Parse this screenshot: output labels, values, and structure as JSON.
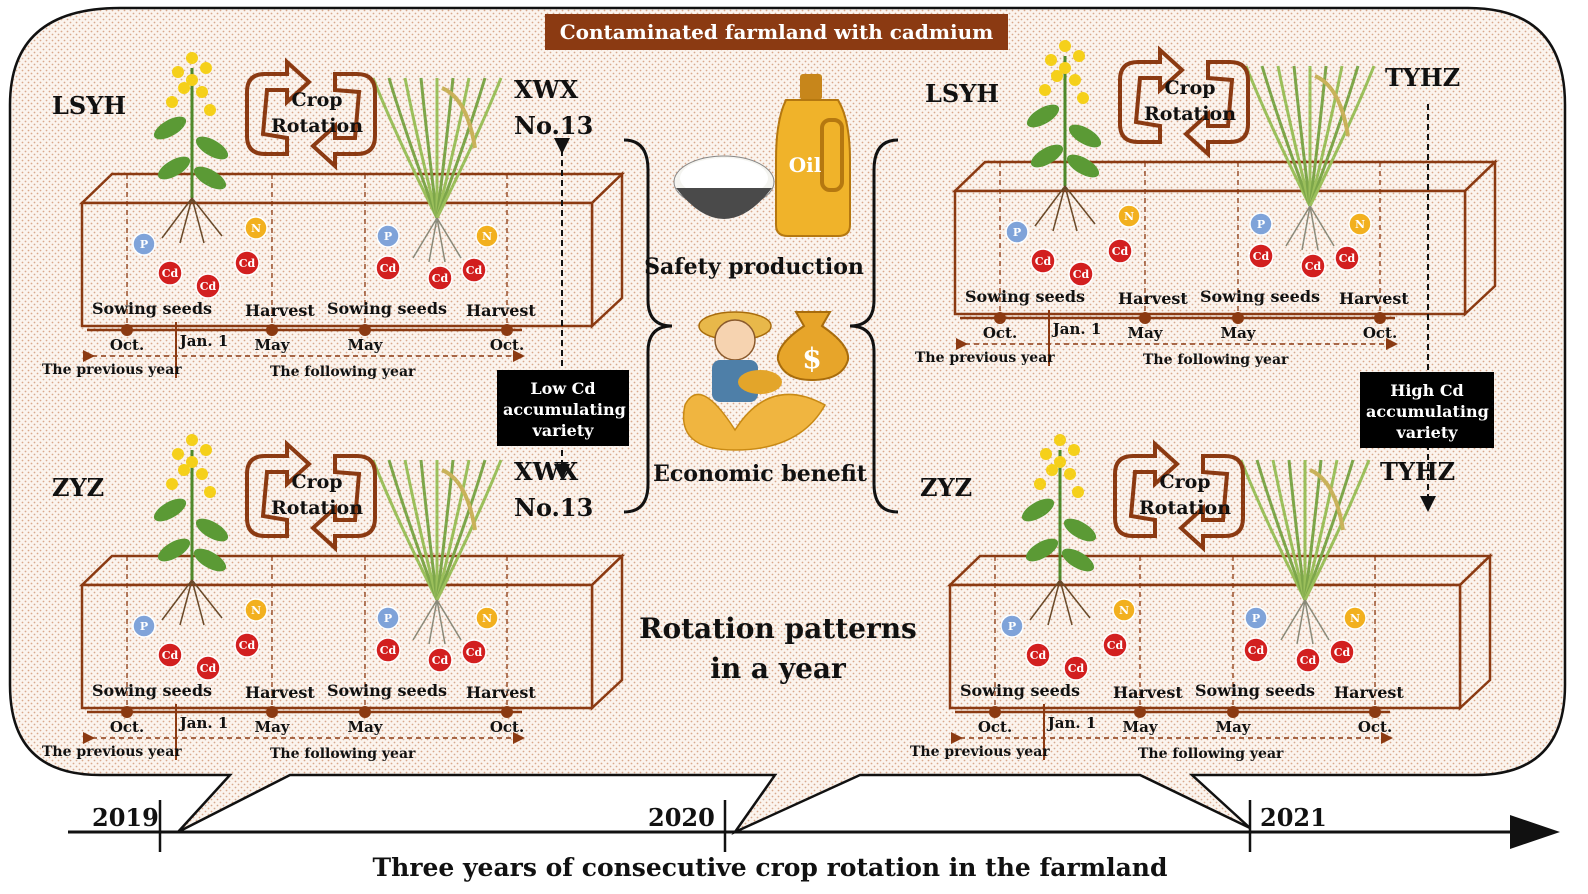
{
  "banner": "Contaminated farmland with cadmium",
  "panels": [
    {
      "id": "tl",
      "crop_a": "LSYH",
      "crop_b": "XWX\nNo.13"
    },
    {
      "id": "bl",
      "crop_a": "ZYZ",
      "crop_b": "XWX\nNo.13"
    },
    {
      "id": "tr",
      "crop_a": "LSYH",
      "crop_b": "TYHZ"
    },
    {
      "id": "br",
      "crop_a": "ZYZ",
      "crop_b": "TYHZ"
    }
  ],
  "rotation_label": [
    "Crop",
    "Rotation"
  ],
  "stage_labels": {
    "sow": "Sowing seeds",
    "harvest": "Harvest"
  },
  "month_labels": {
    "oct": "Oct.",
    "jan": "Jan. 1",
    "may": "May"
  },
  "year_labels": {
    "prev": "The previous year",
    "next": "The following year"
  },
  "nutrients": {
    "p": "P",
    "n": "N",
    "cd": "Cd"
  },
  "left_variety": "Low Cd\naccumulating\nvariety",
  "right_variety": "High Cd\naccumulating\nvariety",
  "center": {
    "oil_label": "Oil",
    "safety": "Safety production",
    "economic": "Economic benefit",
    "patterns": [
      "Rotation patterns",
      "in a year"
    ],
    "dollar": "$"
  },
  "timeline": {
    "years": [
      "2019",
      "2020",
      "2021"
    ],
    "caption": "Three years of consecutive crop rotation in the farmland"
  },
  "colors": {
    "brown": "#8b3a12",
    "p_dot": "#7fa3d9",
    "n_dot": "#f2b01e",
    "cd_dot": "#d21f1f"
  }
}
